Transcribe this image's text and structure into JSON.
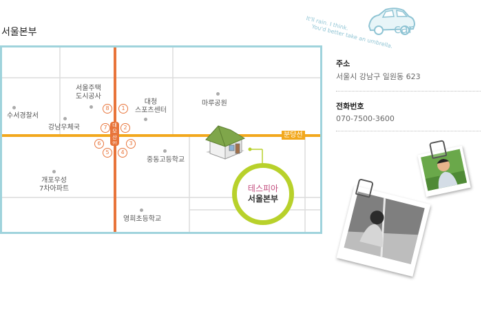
{
  "page_title": "서울본부",
  "decoration": {
    "lines": [
      "It'll rain. I think.",
      "You'd better take an umbrella."
    ],
    "car_word": "car"
  },
  "map": {
    "landmarks": [
      {
        "name": "서울주택\n도시공사"
      },
      {
        "name": "대청\n스포츠센터"
      },
      {
        "name": "마루공원"
      },
      {
        "name": "수서경찰서"
      },
      {
        "name": "강남우체국"
      },
      {
        "name": "중동고등학교"
      },
      {
        "name": "개포우성\n7차아파트"
      },
      {
        "name": "영희초등학교"
      }
    ],
    "exits": [
      "1",
      "2",
      "3",
      "4",
      "5",
      "6",
      "7",
      "8"
    ],
    "station_name": "대모산입구역",
    "line_name": "분당선",
    "destination": {
      "line1": "테스피아",
      "line2": "서울본부"
    },
    "colors": {
      "border": "#9fd3dc",
      "subway_line": "#e8743a",
      "bundang_line": "#f2a81d",
      "target_ring": "#b8d12b"
    }
  },
  "info": {
    "address_label": "주소",
    "address_value": "서울시 강남구 일원동 623",
    "phone_label": "전화번호",
    "phone_value": "070-7500-3600"
  }
}
